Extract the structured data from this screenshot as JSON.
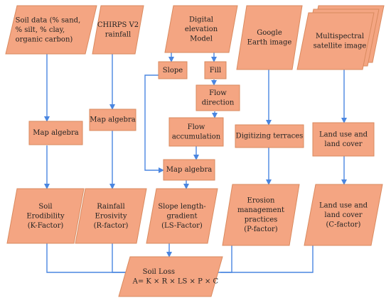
{
  "colors": {
    "fill": "#F4A582",
    "stroke": "#D98A5F",
    "arrow": "#4A86E0",
    "text": "#222222"
  },
  "nodes": {
    "soil_data": {
      "lines": [
        "Soil data (% sand,",
        "% silt, % clay,",
        "organic carbon)"
      ]
    },
    "chirps": {
      "lines": [
        "CHIRPS V2",
        "rainfall"
      ]
    },
    "dem": {
      "lines": [
        "Digital",
        "elevation",
        "Model"
      ]
    },
    "google_earth": {
      "lines": [
        "Google",
        "Earth image"
      ]
    },
    "multispectral": {
      "lines": [
        "Multispectral",
        "satellite image"
      ]
    },
    "slope": {
      "lines": [
        "Slope"
      ]
    },
    "fill": {
      "lines": [
        "Fill"
      ]
    },
    "flow_direction": {
      "lines": [
        "Flow",
        "direction"
      ]
    },
    "flow_accumulation": {
      "lines": [
        "Flow",
        "accumulation"
      ]
    },
    "map_algebra_soil": {
      "lines": [
        "Map algebra"
      ]
    },
    "map_algebra_rain": {
      "lines": [
        "Map algebra"
      ]
    },
    "map_algebra_ls": {
      "lines": [
        "Map algebra"
      ]
    },
    "digitizing_terraces": {
      "lines": [
        "Digitizing terraces"
      ]
    },
    "land_use": {
      "lines": [
        "Land use and",
        "land cover"
      ]
    },
    "k_factor": {
      "lines": [
        "Soil",
        "Erodibility",
        "(K-Factor)"
      ]
    },
    "r_factor": {
      "lines": [
        "Rainfall",
        "Erosivity",
        "(R-factor)"
      ]
    },
    "ls_factor": {
      "lines": [
        "Slope length-",
        "gradient",
        "(LS-Factor)"
      ]
    },
    "p_factor": {
      "lines": [
        "Erosion",
        "management",
        "practices",
        "(P-factor)"
      ]
    },
    "c_factor": {
      "lines": [
        "Land use and",
        "land cover",
        "(C-factor)"
      ]
    },
    "soil_loss": {
      "lines": [
        "Soil Loss",
        "A= K × R × LS  × P × C"
      ]
    }
  }
}
